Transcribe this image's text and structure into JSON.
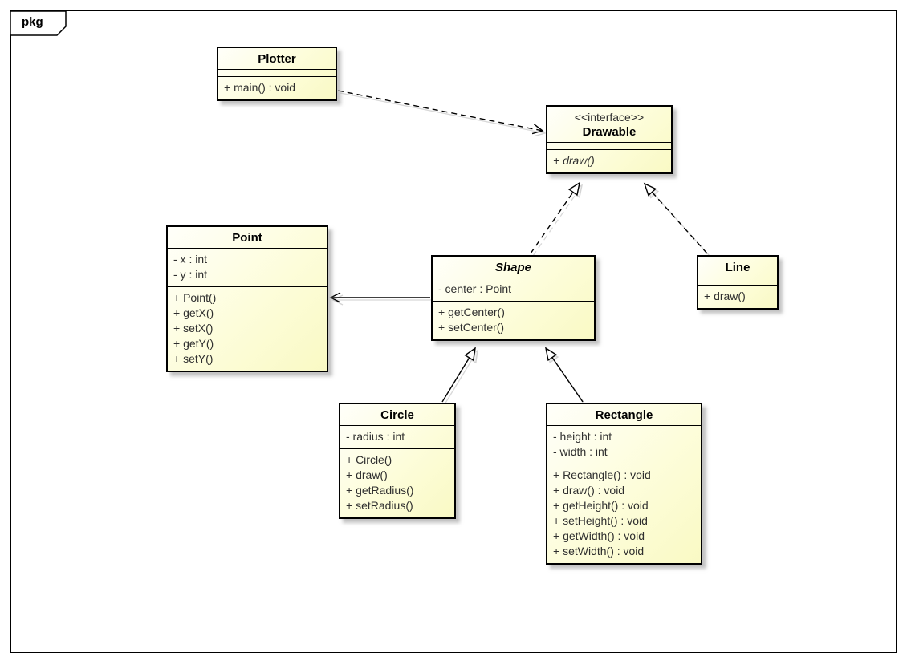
{
  "frame": {
    "label": "pkg",
    "kind": "uml-package-frame"
  },
  "colors": {
    "class_fill_light": "#fffffa",
    "class_fill_dark": "#f9f9c4",
    "border": "#000000",
    "shadow": "#d2d2d2",
    "text": "#2f2f2f"
  },
  "classes": {
    "plotter": {
      "name": "Plotter",
      "attributes": [],
      "methods": [
        "+ main() : void"
      ]
    },
    "drawable": {
      "stereotype": "<<interface>>",
      "name": "Drawable",
      "attributes": [],
      "methods": [
        "+ draw()"
      ]
    },
    "point": {
      "name": "Point",
      "attributes": [
        "- x : int",
        "- y : int"
      ],
      "methods": [
        "+ Point()",
        "+ getX()",
        "+ setX()",
        "+ getY()",
        "+ setY()"
      ]
    },
    "shape": {
      "name": "Shape",
      "abstract": true,
      "attributes": [
        "- center : Point"
      ],
      "methods": [
        "+ getCenter()",
        "+ setCenter()"
      ]
    },
    "line": {
      "name": "Line",
      "attributes": [],
      "methods": [
        "+ draw()"
      ]
    },
    "circle": {
      "name": "Circle",
      "attributes": [
        "- radius : int"
      ],
      "methods": [
        "+ Circle()",
        "+ draw()",
        "+ getRadius()",
        "+ setRadius()"
      ]
    },
    "rectangle": {
      "name": "Rectangle",
      "attributes": [
        "- height : int",
        "- width : int"
      ],
      "methods": [
        "+ Rectangle() : void",
        "+ draw() : void",
        "+ getHeight() : void",
        "+ setHeight() : void",
        "+ getWidth() : void",
        "+ setWidth() : void"
      ]
    }
  },
  "relationships": [
    {
      "from": "Plotter",
      "to": "Drawable",
      "type": "dependency",
      "line": "dashed",
      "arrowhead": "open"
    },
    {
      "from": "Shape",
      "to": "Drawable",
      "type": "realization",
      "line": "dashed",
      "arrowhead": "hollow-triangle"
    },
    {
      "from": "Line",
      "to": "Drawable",
      "type": "realization",
      "line": "dashed",
      "arrowhead": "hollow-triangle"
    },
    {
      "from": "Shape",
      "to": "Point",
      "type": "association",
      "line": "solid",
      "arrowhead": "open"
    },
    {
      "from": "Circle",
      "to": "Shape",
      "type": "generalization",
      "line": "solid",
      "arrowhead": "hollow-triangle"
    },
    {
      "from": "Rectangle",
      "to": "Shape",
      "type": "generalization",
      "line": "solid",
      "arrowhead": "hollow-triangle"
    }
  ]
}
